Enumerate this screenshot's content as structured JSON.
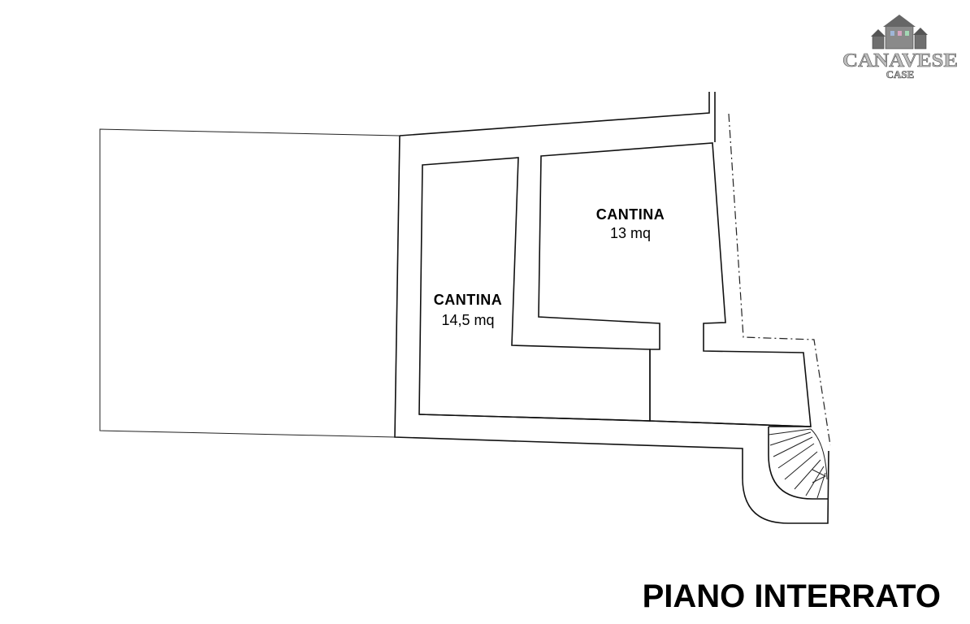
{
  "logo": {
    "name": "CANAVESE",
    "sub": "CASE"
  },
  "rooms": [
    {
      "id": "cantina-large",
      "name": "CANTINA",
      "area": "14,5 mq"
    },
    {
      "id": "cantina-small",
      "name": "CANTINA",
      "area": "13 mq"
    }
  ],
  "floor_title": "PIANO INTERRATO"
}
